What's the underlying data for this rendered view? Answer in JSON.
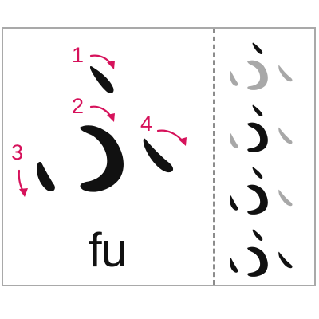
{
  "romaji": "fu",
  "stroke_numbers": [
    "1",
    "2",
    "3",
    "4"
  ],
  "colors": {
    "ink": "#111111",
    "ghost": "#a8a8a8",
    "accent": "#d6125b",
    "border": "#a9a9a9"
  }
}
